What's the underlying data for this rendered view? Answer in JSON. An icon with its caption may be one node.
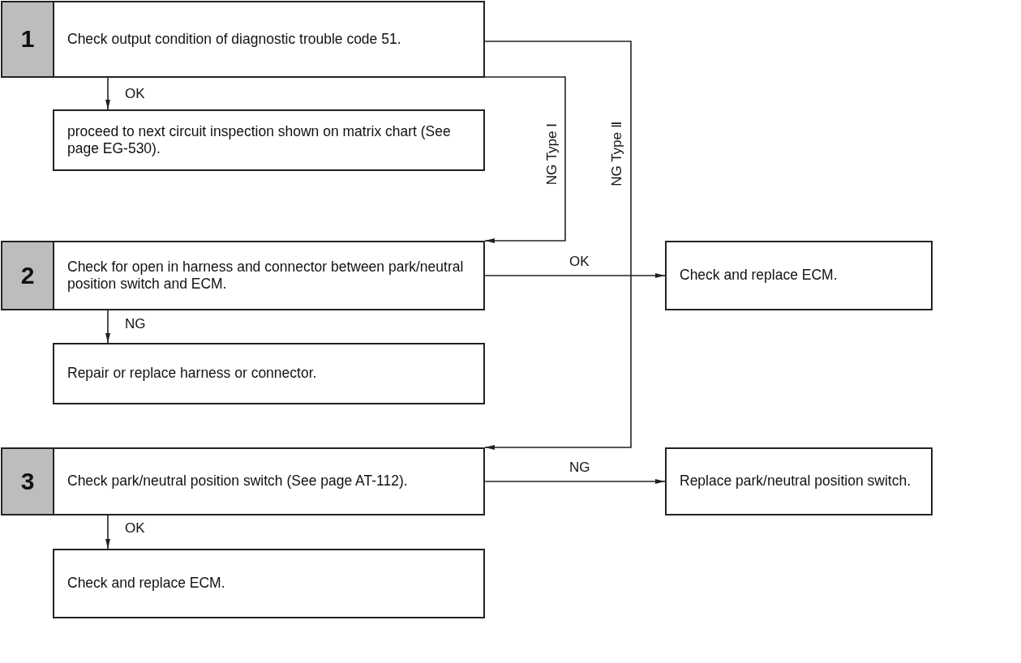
{
  "diagram": {
    "nodes": [
      {
        "text": [
          "1"
        ]
      },
      {
        "text": [
          "Check output condition of diagnostic trouble code 51."
        ]
      },
      {
        "text": [
          "proceed to next circuit inspection shown on matrix chart (See page EG-530)."
        ]
      },
      {
        "text": [
          "2"
        ]
      },
      {
        "text": [
          "Check for open in harness and connector between park/neutral position switch and ECM."
        ]
      },
      {
        "text": [
          "Check and replace ECM."
        ]
      },
      {
        "text": [
          "Repair or replace harness or connector."
        ]
      },
      {
        "text": [
          "3"
        ]
      },
      {
        "text": [
          "Check park/neutral position switch (See page AT-112)."
        ]
      },
      {
        "text": [
          "Replace park/neutral position switch."
        ]
      },
      {
        "text": [
          "Check and replace ECM."
        ]
      }
    ],
    "edges": [
      {
        "from": 1,
        "to": 2,
        "arrow": "to",
        "label": "OK"
      },
      {
        "from": 1,
        "to": 4,
        "arrow": "to",
        "label": "NG Type Ⅰ"
      },
      {
        "from": 1,
        "to": 8,
        "arrow": "to",
        "label": "NG Type Ⅱ"
      },
      {
        "from": 4,
        "to": 5,
        "arrow": "to",
        "label": "OK"
      },
      {
        "from": 4,
        "to": 6,
        "arrow": "to",
        "label": "NG"
      },
      {
        "from": 8,
        "to": 9,
        "arrow": "to",
        "label": "NG"
      },
      {
        "from": 8,
        "to": 10,
        "arrow": "to",
        "label": "OK"
      }
    ]
  }
}
